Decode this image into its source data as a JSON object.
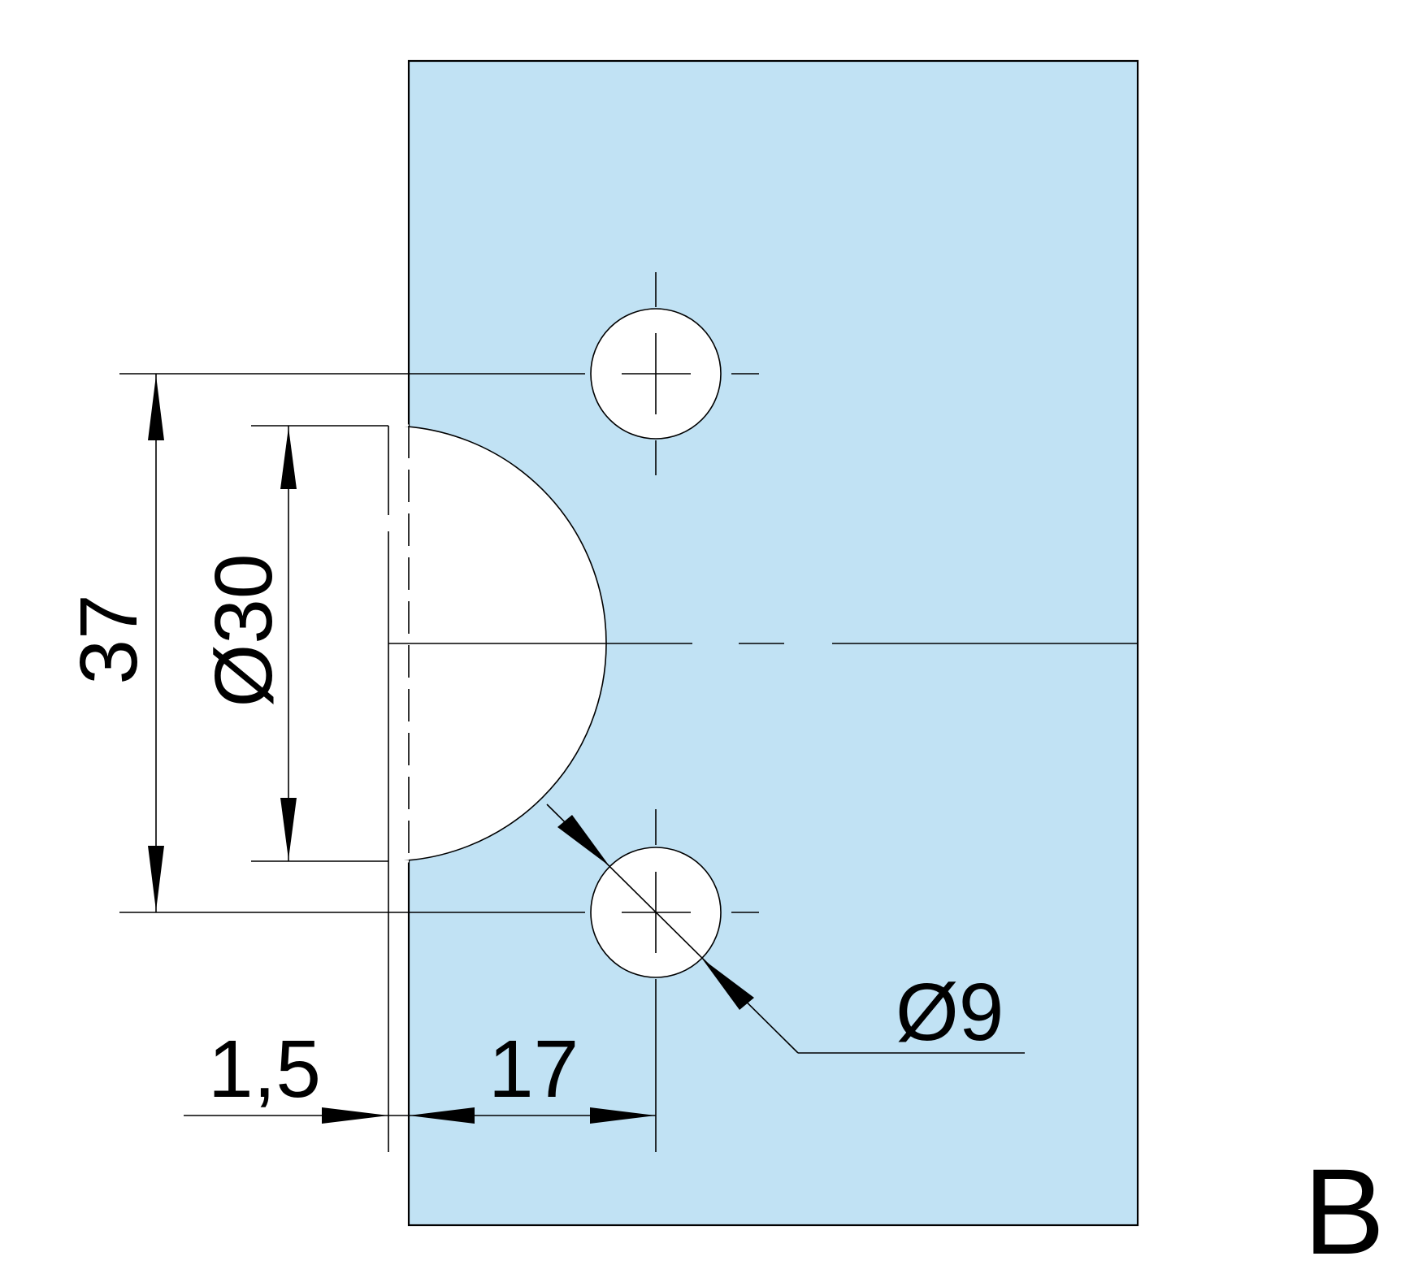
{
  "drawing": {
    "view_label": "B",
    "dimensions": {
      "hole_spacing": "37",
      "cutout_diameter": "Ø30",
      "hole_diameter": "Ø9",
      "edge_offset": "1,5",
      "hole_offset": "17"
    },
    "colors": {
      "glass": "#c1e2f4",
      "line": "#000000",
      "background": "#ffffff"
    }
  }
}
